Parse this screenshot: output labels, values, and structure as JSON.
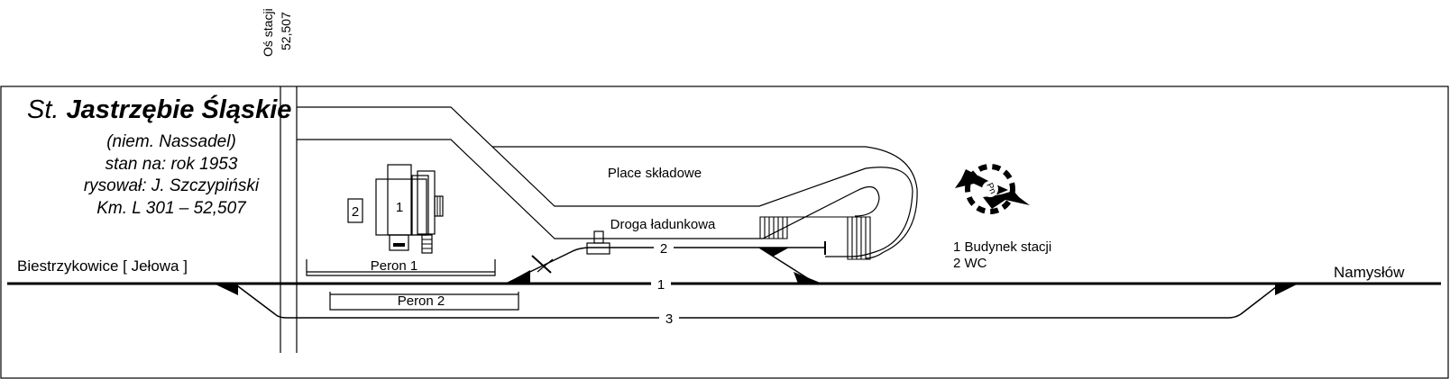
{
  "title": {
    "prefix": "St.",
    "name": "Jastrzębie Śląskie"
  },
  "info": {
    "former_name": "(niem. Nassadel)",
    "state": "stan na: rok 1953",
    "drawn_by": "rysował: J. Szczypiński",
    "km": "Km. L 301 – 52,507"
  },
  "station_axis": {
    "label": "Oś stacji",
    "km": "52,507"
  },
  "directions": {
    "west": "Biestrzykowice [ Jełowa ]",
    "east": "Namysłów"
  },
  "tracks": {
    "t1": "1",
    "t2": "2",
    "t3": "3"
  },
  "platforms": {
    "p1": "Peron 1",
    "p2": "Peron 2"
  },
  "areas": {
    "storage": "Place składowe",
    "loading_road": "Droga ładunkowa"
  },
  "buildings": {
    "b1": "1",
    "b2": "2"
  },
  "legend": {
    "item1": "1 Budynek stacji",
    "item2": "2 WC"
  },
  "compass": {
    "label": "Pn"
  }
}
